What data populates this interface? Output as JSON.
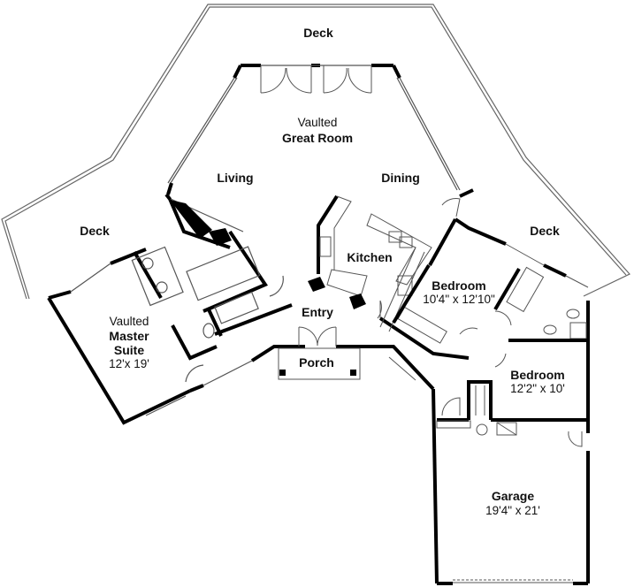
{
  "floor_plan": {
    "rooms": {
      "deck_top": {
        "name": "Deck"
      },
      "deck_left": {
        "name": "Deck"
      },
      "deck_right": {
        "name": "Deck"
      },
      "great_room": {
        "qualifier": "Vaulted",
        "name": "Great Room"
      },
      "living": {
        "name": "Living"
      },
      "dining": {
        "name": "Dining"
      },
      "kitchen": {
        "name": "Kitchen"
      },
      "entry": {
        "name": "Entry"
      },
      "porch": {
        "name": "Porch"
      },
      "master_suite": {
        "qualifier": "Vaulted",
        "name_line1": "Master",
        "name_line2": "Suite",
        "dimensions": "12'x 19'"
      },
      "bedroom_1": {
        "name": "Bedroom",
        "dimensions": "10'4\" x 12'10\""
      },
      "bedroom_2": {
        "name": "Bedroom",
        "dimensions": "12'2\" x 10'"
      },
      "garage": {
        "name": "Garage",
        "dimensions": "19'4\" x 21'"
      }
    },
    "colors": {
      "wall": "#000000",
      "line": "#555555",
      "background": "#ffffff"
    }
  }
}
